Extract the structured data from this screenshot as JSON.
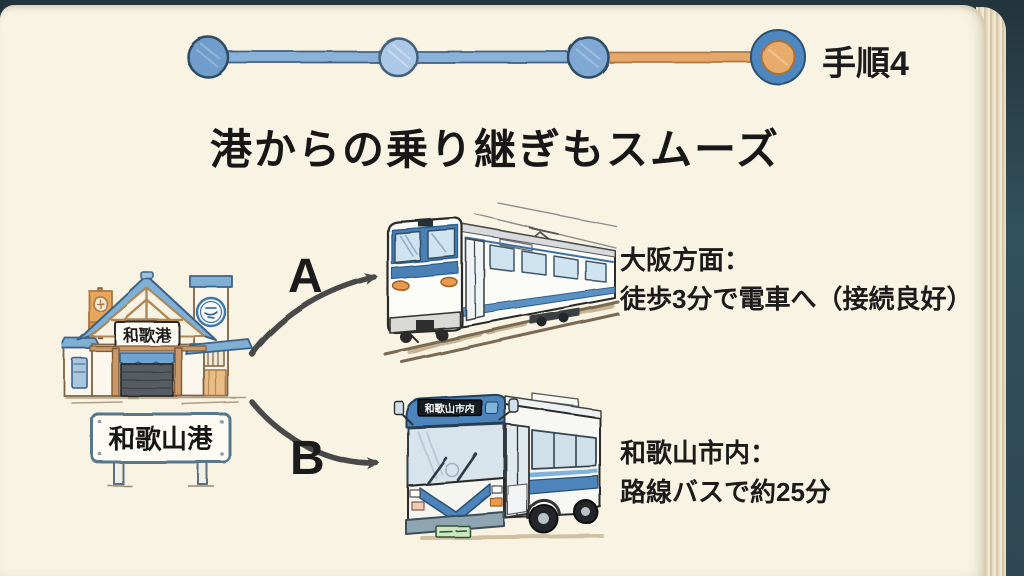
{
  "progress": {
    "step_label": "手順4",
    "total_steps": 4,
    "current_step": 4,
    "dot_color": "#6f9dcb",
    "active_dot_color": "#e9ab69",
    "active_ring_color": "#4f88c0",
    "line_color": "#8ab2d8",
    "active_line_color": "#e6a76b"
  },
  "title": "港からの乗り継ぎもスムーズ",
  "port": {
    "building_sign": "和歌港",
    "station_sign": "和歌山港"
  },
  "options": [
    {
      "label": "A",
      "vehicle": "train",
      "destination": "大阪方面：",
      "detail": "徒歩3分で電車へ（接続良好）"
    },
    {
      "label": "B",
      "vehicle": "bus",
      "destination": "和歌山市内：",
      "detail": "路線バスで約25分"
    }
  ],
  "bus": {
    "destination_sign": "和歌山市内"
  },
  "icons": {
    "step_dot": "sketched circle",
    "arrow": "curved pencil arrow"
  },
  "colors": {
    "paper": "#f8f3e2",
    "cover": "#33515d",
    "accent_blue": "#4d84bc",
    "accent_orange": "#e9ab69",
    "text": "#1b1b1b",
    "arrow": "#4a4a4a"
  }
}
